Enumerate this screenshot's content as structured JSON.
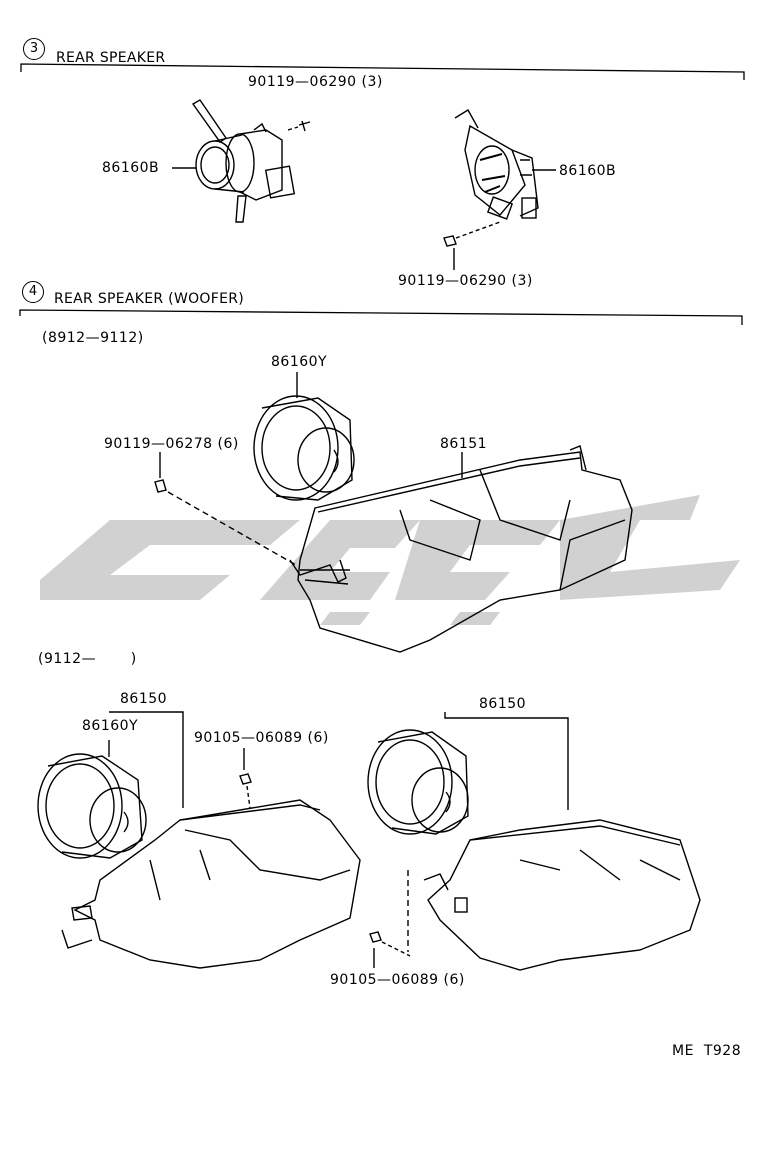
{
  "sections": [
    {
      "number": "3",
      "title": "REAR  SPEAKER"
    },
    {
      "number": "4",
      "title": "REAR  SPEAKER (WOOFER)"
    }
  ],
  "date_ranges": {
    "first": "(8912—9112)",
    "second": "(9112—       )"
  },
  "callouts": {
    "s3_bolt_top": "90119—06290 (3)",
    "s3_speaker_left": "86160B",
    "s3_speaker_right": "86160B",
    "s3_bolt_bottom": "90119—06290 (3)",
    "s4_speaker_upper": "86160Y",
    "s4_bolt_upper": "90119—06278 (6)",
    "s4_box_upper": "86151",
    "s4_assy_left": "86150",
    "s4_speaker_lower": "86160Y",
    "s4_bolt_lower_top": "90105—06089 (6)",
    "s4_assy_right": "86150",
    "s4_bolt_lower_bottom": "90105—06089 (6)"
  },
  "figure_code": "ME  T928"
}
